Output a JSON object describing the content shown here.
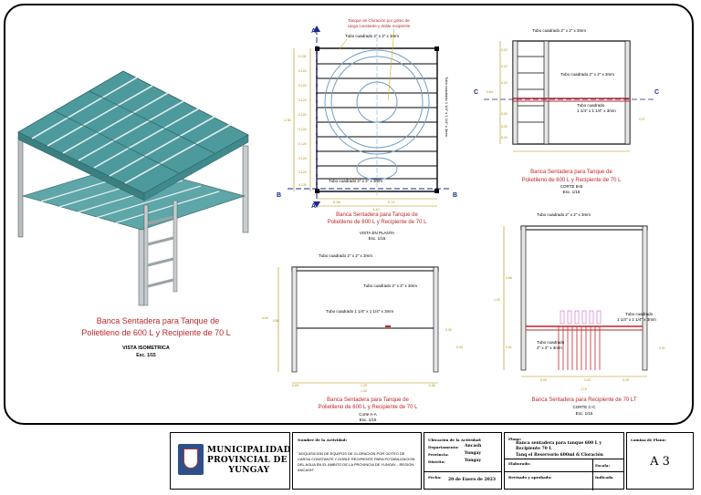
{
  "iso_view": {
    "title_line1": "Banca Sentadera para Tanque de",
    "title_line2": "Polietileno de 600 L y Recipiente de 70 L",
    "view_name": "VISTA ISOMETRICA",
    "scale": "Esc. 1/15"
  },
  "plan_view": {
    "note_line1": "Tanque de Cloración por goteo de",
    "note_line2": "carga constante y doble recipiente",
    "tube_top": "Tubo cuadrado 2\" x 2\" x 3mm",
    "tube_side": "Tubo cuadrado 1 1/4\" x 1 1/4\" x 3mm",
    "tube_bottom": "Tubo cuadrado 2\" x 2\" x 3mm",
    "title_line1": "Banca Sentadera para Tanque de",
    "title_line2": "Polietileno de 600 L y Recipiente de 70 L",
    "view_name": "VISTA EN PLANTA",
    "scale": "Esc. 1/15",
    "section_a": "A",
    "section_b": "B",
    "dims_left": [
      "0.131",
      "0.124",
      "0.124",
      "0.124",
      "0.124",
      "0.124",
      "0.124",
      "0.124",
      "0.124",
      "0.131"
    ],
    "dim_total": "1.30",
    "dim_bottom_1": "0.36",
    "dim_bottom_2": "0.71",
    "dim_bottom_total": "1.10"
  },
  "section_b": {
    "tube_top": "Tubo cuadrado 2\" x 2\" x 3mm",
    "tube_mid": "Tubo cuadrado 2\" x 2\" x 3mm",
    "tube_low": "Tubo cuadrado 1 1/4\" x 1 1/4\" x 3mm",
    "section_c": "C",
    "title_line1": "Banca Sentadera para Tanque de",
    "title_line2": "Polietileno de 600 L y Recipiente de 70 L",
    "view_name": "CORTE B-B",
    "scale": "Esc. 1/15",
    "dims_left": [
      "0.22",
      "0.22",
      "0.22",
      "0.20",
      "0.20",
      "0.20"
    ],
    "dim_mid": "0.84",
    "dim_right": "0.37"
  },
  "section_a": {
    "tube_top": "Tubo cuadrado 2\" x 2\" x 3mm",
    "tube_right": "Tubo cuadrado 2\" x 2\" x 3mm",
    "tube_mid": "Tubo cuadrado 1 1/4\" x 1 1/4\" x 3mm",
    "title_line1": "Banca Sentadera para Tanque de",
    "title_line2": "Polietileno de 600 L y Recipiente de 70 L",
    "view_name": "Corte A-A",
    "scale": "Esc. 1/15",
    "dim_left": "0.84",
    "dim_left2": "0.89",
    "dim_right1": "0.30",
    "dim_right2": "0.30",
    "dim_b1": "0.05",
    "dim_b2": "1.20",
    "dim_b3": "0.05",
    "dim_btotal": "1.30"
  },
  "section_c": {
    "tube_top": "Tubo cuadrado 2\" x 2\" x 3mm",
    "tube_right": "Tubo cuadrado 1 1/4\" x 1 1/4\" x 3mm",
    "tube_left": "Tubo cuadrado 2\" x 2\" x 3mm",
    "title": "Banca Sentadera para Recipiente de 70 LT",
    "view_name": "CORTE C-C",
    "scale": "Esc. 1/15",
    "dim_left_top": "0.86",
    "dim_left_bottom": "0.41",
    "dim_left_total": "1.30",
    "dim_right": "0.41",
    "dim_b1": "0.30",
    "dim_b2": "0.43",
    "dim_b3": "0.29",
    "dim_btotal": "1.10"
  },
  "title_block": {
    "logo_line1": "MUNICIPALIDAD",
    "logo_line2": "PROVINCIAL DE",
    "logo_line3": "YUNGAY",
    "activity_label": "Nombre de la Actividad:",
    "activity_text": "\"ADQUISICION DE EQUIPOS DE CLORACION POR GOTEO DE CARGA CONSTANTE Y DOBLE RECIPIENTE PARA POTABILIZACION DEL AGUA EN EL AMBITO DE LA PROVINCIA DE YUNGAY - REGION ANCASH\"",
    "location_label": "Ubicación de la Actividad:",
    "dept_label": "Departamento:",
    "dept_value": "Ancash",
    "prov_label": "Provincia:",
    "prov_value": "Yungay",
    "dist_label": "Distrito:",
    "dist_value": "Yungay",
    "date_label": "Fecha:",
    "date_value": "20 de Enero de 2023",
    "plan_label": "Plano:",
    "plan_text": "Banca sentadera para tanque 600 L y Recipiente 70 L",
    "plan_text2": "Tanq el Reservorio 600ml & Cloración",
    "drawn_label": "Elaborado:",
    "review_label": "Revisado y aprobado:",
    "scale_label": "Escala:",
    "scale_value": "Indicada",
    "sheet_label": "Lamina de Plano:",
    "sheet_value": "A 3"
  }
}
